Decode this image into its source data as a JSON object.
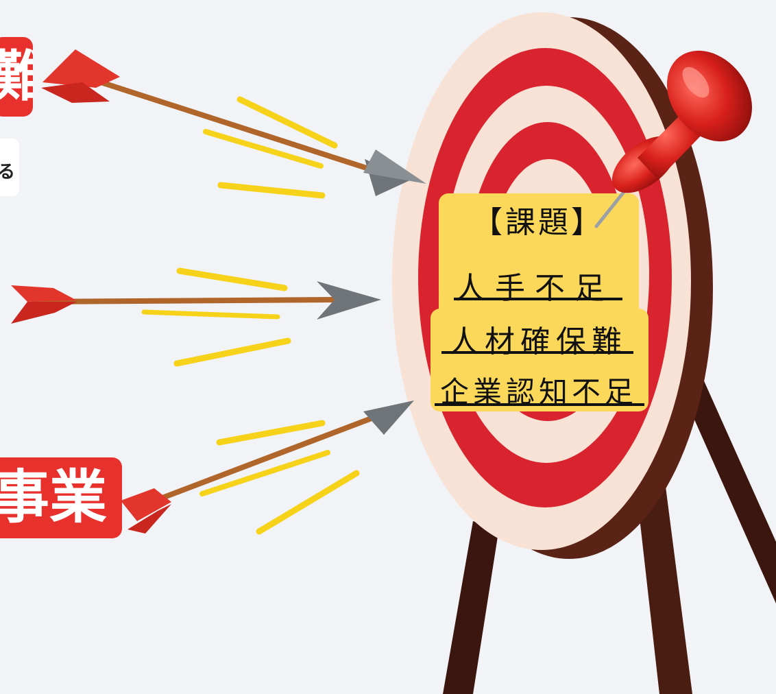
{
  "tags": {
    "top_tag": "難",
    "bottom_tag": "事業",
    "side_chip": "る"
  },
  "note": {
    "heading": "【課題】",
    "items": [
      "人手不足",
      "人材確保難",
      "企業認知不足"
    ]
  },
  "colors": {
    "background": "#f1f3f6",
    "tag_red": "#e8302d",
    "note_yellow": "#fbd75a",
    "target_red": "#d9232e",
    "target_cream": "#f8e2d5",
    "target_wood": "#5a2316",
    "arrow_shaft": "#b0652a",
    "arrow_head": "#6f7479",
    "fletching": "#e2352c",
    "motion_lines": "#f7d21a",
    "pin": "#d8201c"
  },
  "icons": [
    "target-icon",
    "pushpin-icon",
    "arrow-icon"
  ]
}
